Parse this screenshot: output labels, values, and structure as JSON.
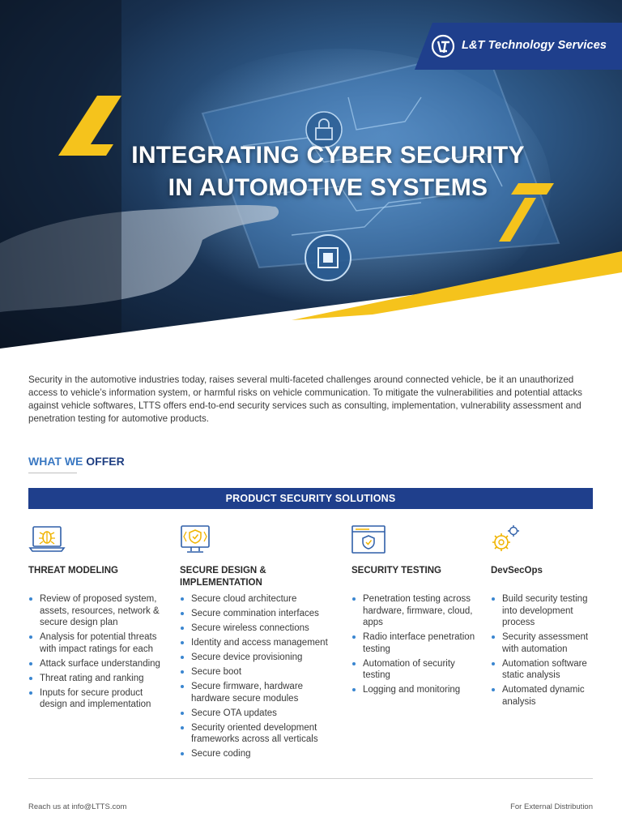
{
  "brand": {
    "name": "L&T Technology Services",
    "tab_color": "#1f3f8c",
    "accent_yellow": "#f5c31c"
  },
  "hero": {
    "title_line1": "INTEGRATING CYBER SECURITY",
    "title_line2": "IN AUTOMOTIVE SYSTEMS"
  },
  "intro": "Security in the automotive industries today, raises several multi-faceted challenges around connected vehicle, be it an unauthorized access to vehicle’s information system, or harmful risks on vehicle communication. To mitigate the vulnerabilities and potential attacks against vehicle softwares, LTTS offers end-to-end security services such as consulting, implementation, vulnerability assessment and penetration testing for automotive products.",
  "offer": {
    "what_we": "WHAT WE",
    "offer": "OFFER"
  },
  "band": "PRODUCT SECURITY SOLUTIONS",
  "columns": [
    {
      "icon": "bug-laptop-icon",
      "heading": "THREAT MODELING",
      "items": [
        "Review of proposed system, assets, resources, network & secure design plan",
        "Analysis for potential threats with impact ratings for each",
        "Attack surface understanding",
        "Threat rating and ranking",
        "Inputs for secure product design and implementation"
      ]
    },
    {
      "icon": "shield-monitor-icon",
      "heading": "SECURE DESIGN & IMPLEMENTATION",
      "items": [
        "Secure cloud architecture",
        "Secure commination interfaces",
        "Secure wireless connections",
        "Identity and access management",
        "Secure device provisioning",
        "Secure boot",
        "Secure firmware, hardware hardware secure modules",
        "Secure OTA updates",
        "Security oriented development frameworks across all verticals",
        "Secure coding"
      ]
    },
    {
      "icon": "shield-window-icon",
      "heading": "SECURITY TESTING",
      "items": [
        "Penetration testing across hardware, firmware, cloud, apps",
        "Radio interface penetration testing",
        "Automation of security testing",
        "Logging and monitoring"
      ]
    },
    {
      "icon": "gears-icon",
      "heading": "DevSecOps",
      "items": [
        "Build security testing into development process",
        "Security assessment with automation",
        "Automation software static analysis",
        "Automated dynamic analysis"
      ]
    }
  ],
  "footer": {
    "left": "Reach us at info@LTTS.com",
    "right": "For External Distribution"
  }
}
